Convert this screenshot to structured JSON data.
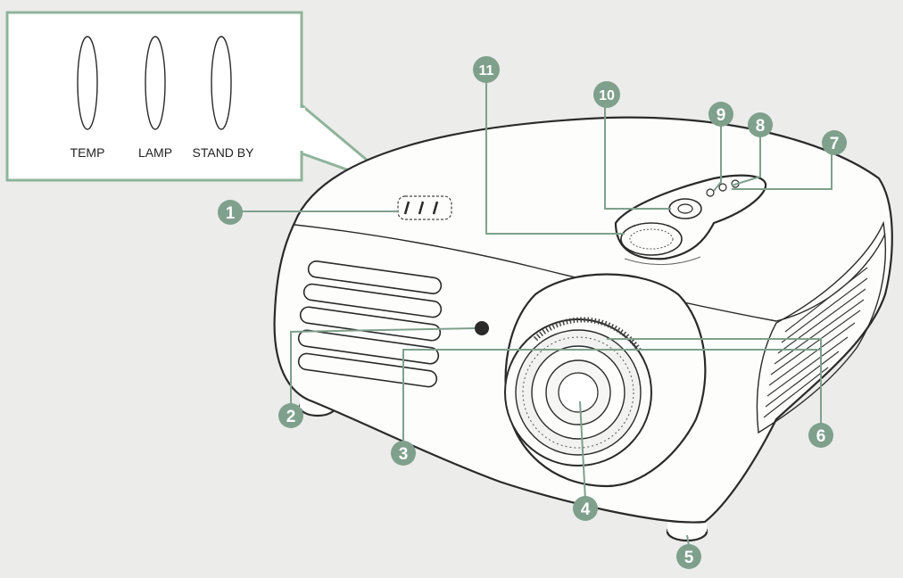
{
  "inset": {
    "indicators": [
      {
        "label": "TEMP"
      },
      {
        "label": "LAMP"
      },
      {
        "label": "STAND BY"
      }
    ]
  },
  "callouts": [
    "1",
    "2",
    "3",
    "4",
    "5",
    "6",
    "7",
    "8",
    "9",
    "10",
    "11"
  ],
  "colors": {
    "callout_fill": "#7fa08c",
    "leader": "#7fa08c",
    "inset_border": "#8fb39b",
    "background": "#ececea"
  }
}
